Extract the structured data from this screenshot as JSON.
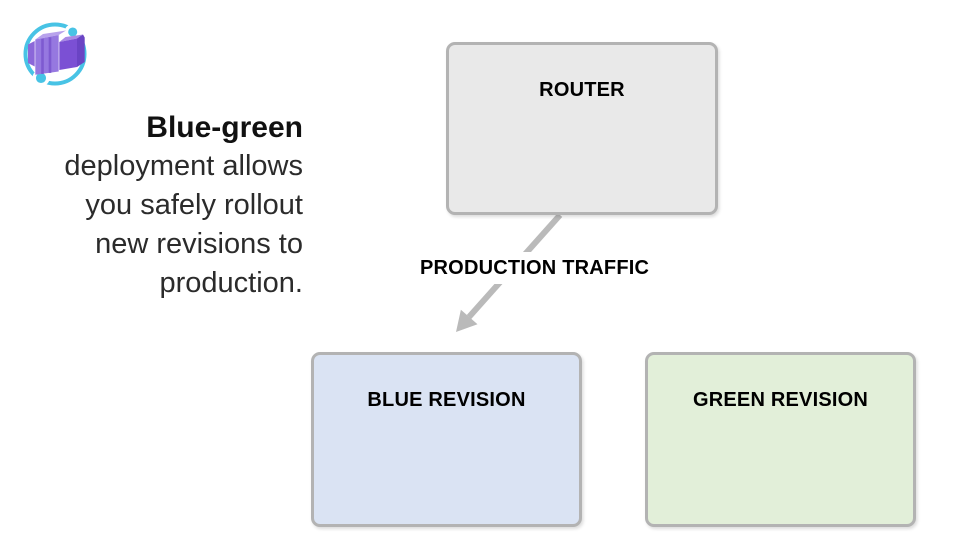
{
  "logo": {
    "name": "azure-container-apps-logo",
    "ring_color": "#48c3e5",
    "cube_front_color": "#9678e0",
    "cube_top_color": "#b8a2ec",
    "cube_side_color": "#7b50d4"
  },
  "tagline": {
    "heading": "Blue-green",
    "line2": "deployment allows",
    "line3": "you safely rollout",
    "line4": "new revisions to",
    "line5": "production."
  },
  "diagram": {
    "border_color": "#b3b3b3",
    "router": {
      "label": "ROUTER",
      "fill": "#e9e9e9"
    },
    "production_traffic": {
      "label": "PRODUCTION TRAFFIC",
      "arrow_color": "#bababa"
    },
    "blue_revision": {
      "label": "BLUE REVISION",
      "fill": "#dae3f3"
    },
    "green_revision": {
      "label": "GREEN REVISION",
      "fill": "#e2efd9"
    }
  }
}
